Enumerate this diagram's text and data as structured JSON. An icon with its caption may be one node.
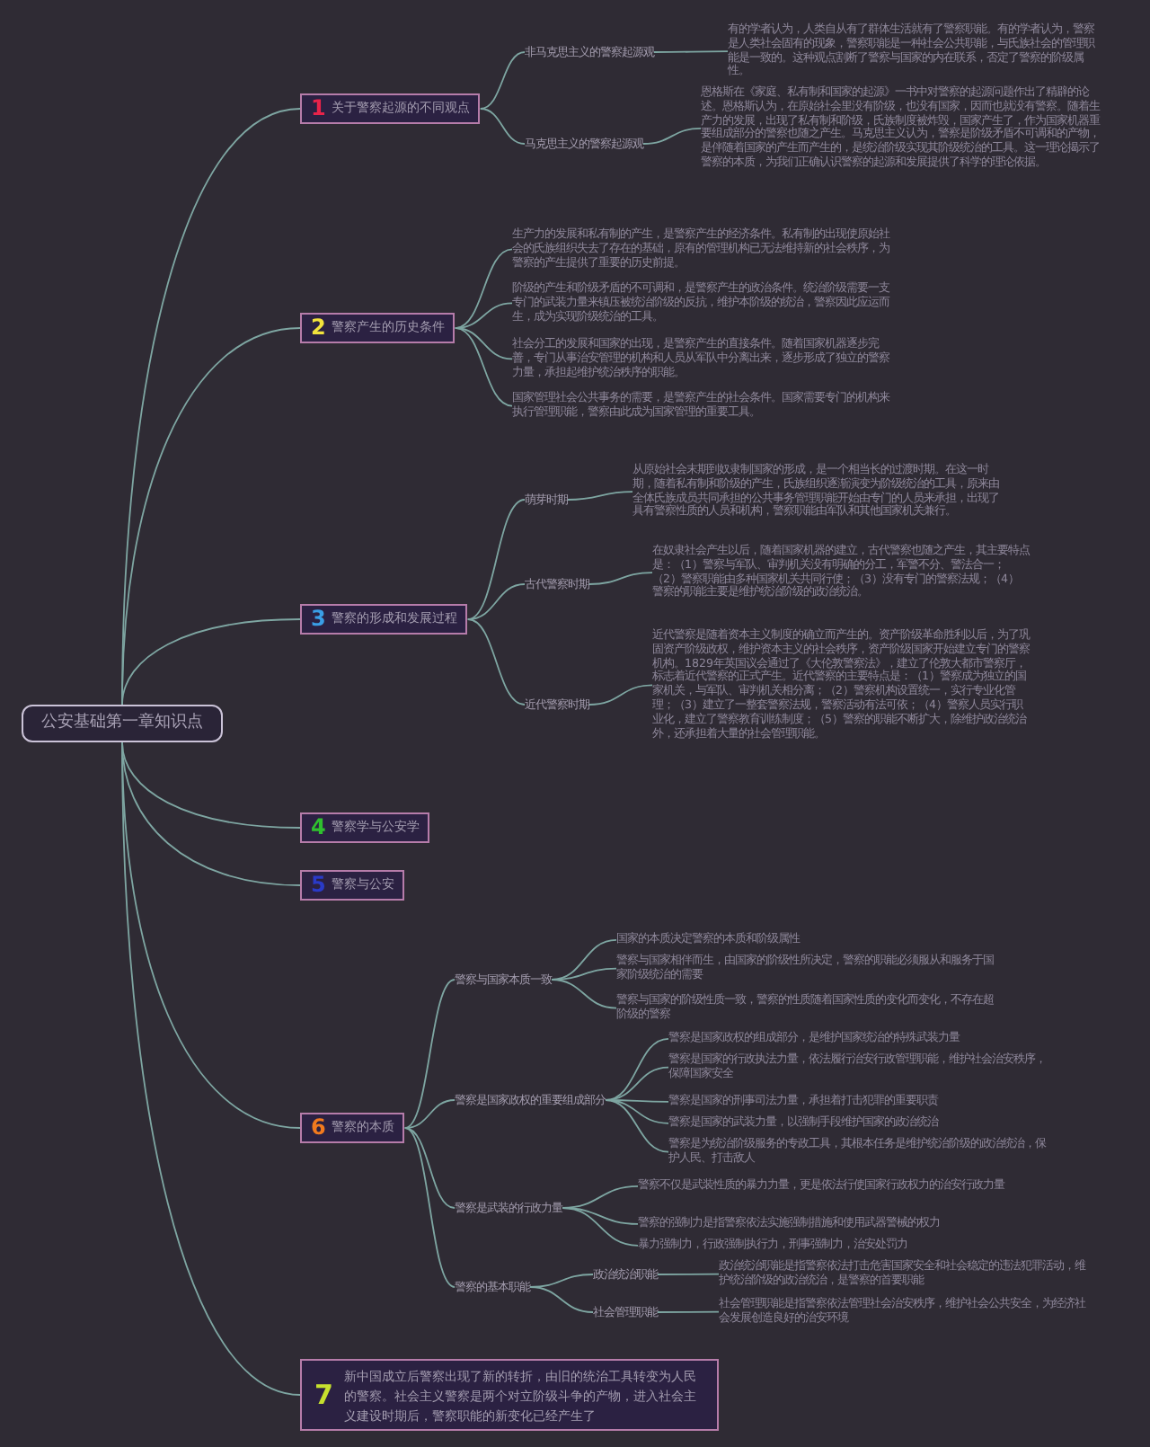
{
  "diagram": {
    "nodes": [
      {
        "text": [
          "公安基础第一章知识点"
        ]
      },
      {
        "text": [
          "1",
          "关于警察起源的不同观点"
        ]
      },
      {
        "text": [
          "非马克思主义的警察起源观"
        ]
      },
      {
        "text": [
          "有的学者认为，人类自从有了群体生活就有了警察职能。有的学者认为，警察是人类社会固有的现象，警察职能是一种社会公共职能，与氏族社会的管理职能是一致的。这种观点割断了警察与国家的内在联系，否定了警察的阶级属性。"
        ]
      },
      {
        "text": [
          "马克思主义的警察起源观"
        ]
      },
      {
        "text": [
          "恩格斯在《家庭、私有制和国家的起源》一书中对警察的起源问题作出了精辟的论述。恩格斯认为，在原始社会里没有阶级，也没有国家，因而也就没有警察。随着生产力的发展，出现了私有制和阶级，氏族制度被炸毁，国家产生了，作为国家机器重要组成部分的警察也随之产生。马克思主义认为，警察是阶级矛盾不可调和的产物，是伴随着国家的产生而产生的，是统治阶级实现其阶级统治的工具。这一理论揭示了警察的本质，为我们正确认识警察的起源和发展提供了科学的理论依据。"
        ]
      },
      {
        "text": [
          "2",
          "警察产生的历史条件"
        ]
      },
      {
        "text": [
          "生产力的发展和私有制的产生，是警察产生的经济条件。私有制的出现使原始社会的氏族组织失去了存在的基础，原有的管理机构已无法维持新的社会秩序，为警察的产生提供了重要的历史前提。"
        ]
      },
      {
        "text": [
          "阶级的产生和阶级矛盾的不可调和，是警察产生的政治条件。统治阶级需要一支专门的武装力量来镇压被统治阶级的反抗，维护本阶级的统治，警察因此应运而生，成为实现阶级统治的工具。"
        ]
      },
      {
        "text": [
          "社会分工的发展和国家的出现，是警察产生的直接条件。随着国家机器逐步完善，专门从事治安管理的机构和人员从军队中分离出来，逐步形成了独立的警察力量，承担起维护统治秩序的职能。"
        ]
      },
      {
        "text": [
          "国家管理社会公共事务的需要，是警察产生的社会条件。国家需要专门的机构来执行管理职能，警察由此成为国家管理的重要工具。"
        ]
      },
      {
        "text": [
          "3",
          "警察的形成和发展过程"
        ]
      },
      {
        "text": [
          "萌芽时期"
        ]
      },
      {
        "text": [
          "从原始社会末期到奴隶制国家的形成，是一个相当长的过渡时期。在这一时期，随着私有制和阶级的产生，氏族组织逐渐演变为阶级统治的工具，原来由全体氏族成员共同承担的公共事务管理职能开始由专门的人员来承担，出现了具有警察性质的人员和机构，警察职能由军队和其他国家机关兼行。"
        ]
      },
      {
        "text": [
          "古代警察时期"
        ]
      },
      {
        "text": [
          "在奴隶社会产生以后，随着国家机器的建立，古代警察也随之产生，其主要特点是：（1）警察与军队、审判机关没有明确的分工，军警不分、警法合一；（2）警察职能由多种国家机关共同行使；（3）没有专门的警察法规；（4）警察的职能主要是维护统治阶级的政治统治。"
        ]
      },
      {
        "text": [
          "近代警察时期"
        ]
      },
      {
        "text": [
          "近代警察是随着资本主义制度的确立而产生的。资产阶级革命胜利以后，为了巩固资产阶级政权，维护资本主义的社会秩序，资产阶级国家开始建立专门的警察机构。1829年英国议会通过了《大伦敦警察法》，建立了伦敦大都市警察厅，标志着近代警察的正式产生。近代警察的主要特点是：（1）警察成为独立的国家机关，与军队、审判机关相分离；（2）警察机构设置统一，实行专业化管理；（3）建立了一整套警察法规，警察活动有法可依；（4）警察人员实行职业化，建立了警察教育训练制度；（5）警察的职能不断扩大，除维护政治统治外，还承担着大量的社会管理职能。"
        ]
      },
      {
        "text": [
          "4",
          "警察学与公安学"
        ]
      },
      {
        "text": [
          "5",
          "警察与公安"
        ]
      },
      {
        "text": [
          "6",
          "警察的本质"
        ]
      },
      {
        "text": [
          "警察与国家本质一致"
        ]
      },
      {
        "text": [
          "国家的本质决定警察的本质和阶级属性"
        ]
      },
      {
        "text": [
          "警察与国家相伴而生，由国家的阶级性所决定，警察的职能必须服从和服务于国家阶级统治的需要"
        ]
      },
      {
        "text": [
          "警察与国家的阶级性质一致，警察的性质随着国家性质的变化而变化，不存在超阶级的警察"
        ]
      },
      {
        "text": [
          "警察是国家政权的重要组成部分"
        ]
      },
      {
        "text": [
          "警察是国家政权的组成部分，是维护国家统治的特殊武装力量"
        ]
      },
      {
        "text": [
          "警察是国家的行政执法力量，依法履行治安行政管理职能，维护社会治安秩序，保障国家安全"
        ]
      },
      {
        "text": [
          "警察是国家的刑事司法力量，承担着打击犯罪的重要职责"
        ]
      },
      {
        "text": [
          "警察是国家的武装力量，以强制手段维护国家的政治统治"
        ]
      },
      {
        "text": [
          "警察是为统治阶级服务的专政工具，其根本任务是维护统治阶级的政治统治，保护人民、打击敌人"
        ]
      },
      {
        "text": [
          "警察是武装的行政力量"
        ]
      },
      {
        "text": [
          "警察不仅是武装性质的暴力力量，更是依法行使国家行政权力的治安行政力量"
        ]
      },
      {
        "text": [
          "警察的强制力是指警察依法实施强制措施和使用武器警械的权力"
        ]
      },
      {
        "text": [
          "暴力强制力，行政强制执行力，刑事强制力，治安处罚力"
        ]
      },
      {
        "text": [
          "警察的基本职能"
        ]
      },
      {
        "text": [
          "政治统治职能"
        ]
      },
      {
        "text": [
          "政治统治职能是指警察依法打击危害国家安全和社会稳定的违法犯罪活动，维护统治阶级的政治统治，是警察的首要职能"
        ]
      },
      {
        "text": [
          "社会管理职能"
        ]
      },
      {
        "text": [
          "社会管理职能是指警察依法管理社会治安秩序，维护社会公共安全，为经济社会发展创造良好的治安环境"
        ]
      },
      {
        "text": [
          "7",
          "新中国成立后警察出现了新的转折，由旧的统治工具转变为人民的警察。社会主义警察是两个对立阶级斗争的产物，进入社会主义建设时期后，警察职能的新变化已经产生了"
        ]
      }
    ],
    "edges": [
      {
        "from": 0,
        "to": 1,
        "arrow": "none"
      },
      {
        "from": 1,
        "to": 2,
        "arrow": "none"
      },
      {
        "from": 2,
        "to": 3,
        "arrow": "none"
      },
      {
        "from": 1,
        "to": 4,
        "arrow": "none"
      },
      {
        "from": 4,
        "to": 5,
        "arrow": "none"
      },
      {
        "from": 0,
        "to": 6,
        "arrow": "none"
      },
      {
        "from": 6,
        "to": 7,
        "arrow": "none"
      },
      {
        "from": 6,
        "to": 8,
        "arrow": "none"
      },
      {
        "from": 6,
        "to": 9,
        "arrow": "none"
      },
      {
        "from": 6,
        "to": 10,
        "arrow": "none"
      },
      {
        "from": 0,
        "to": 11,
        "arrow": "none"
      },
      {
        "from": 11,
        "to": 12,
        "arrow": "none"
      },
      {
        "from": 12,
        "to": 13,
        "arrow": "none"
      },
      {
        "from": 11,
        "to": 14,
        "arrow": "none"
      },
      {
        "from": 14,
        "to": 15,
        "arrow": "none"
      },
      {
        "from": 11,
        "to": 16,
        "arrow": "none"
      },
      {
        "from": 16,
        "to": 17,
        "arrow": "none"
      },
      {
        "from": 0,
        "to": 18,
        "arrow": "none"
      },
      {
        "from": 0,
        "to": 19,
        "arrow": "none"
      },
      {
        "from": 0,
        "to": 20,
        "arrow": "none"
      },
      {
        "from": 20,
        "to": 21,
        "arrow": "none"
      },
      {
        "from": 21,
        "to": 22,
        "arrow": "none"
      },
      {
        "from": 21,
        "to": 23,
        "arrow": "none"
      },
      {
        "from": 21,
        "to": 24,
        "arrow": "none"
      },
      {
        "from": 20,
        "to": 25,
        "arrow": "none"
      },
      {
        "from": 25,
        "to": 26,
        "arrow": "none"
      },
      {
        "from": 25,
        "to": 27,
        "arrow": "none"
      },
      {
        "from": 25,
        "to": 28,
        "arrow": "none"
      },
      {
        "from": 25,
        "to": 29,
        "arrow": "none"
      },
      {
        "from": 25,
        "to": 30,
        "arrow": "none"
      },
      {
        "from": 20,
        "to": 31,
        "arrow": "none"
      },
      {
        "from": 31,
        "to": 32,
        "arrow": "none"
      },
      {
        "from": 31,
        "to": 33,
        "arrow": "none"
      },
      {
        "from": 31,
        "to": 34,
        "arrow": "none"
      },
      {
        "from": 20,
        "to": 35,
        "arrow": "none"
      },
      {
        "from": 35,
        "to": 36,
        "arrow": "none"
      },
      {
        "from": 36,
        "to": 37,
        "arrow": "none"
      },
      {
        "from": 35,
        "to": 38,
        "arrow": "none"
      },
      {
        "from": 38,
        "to": 39,
        "arrow": "none"
      },
      {
        "from": 0,
        "to": 40,
        "arrow": "none"
      }
    ]
  }
}
